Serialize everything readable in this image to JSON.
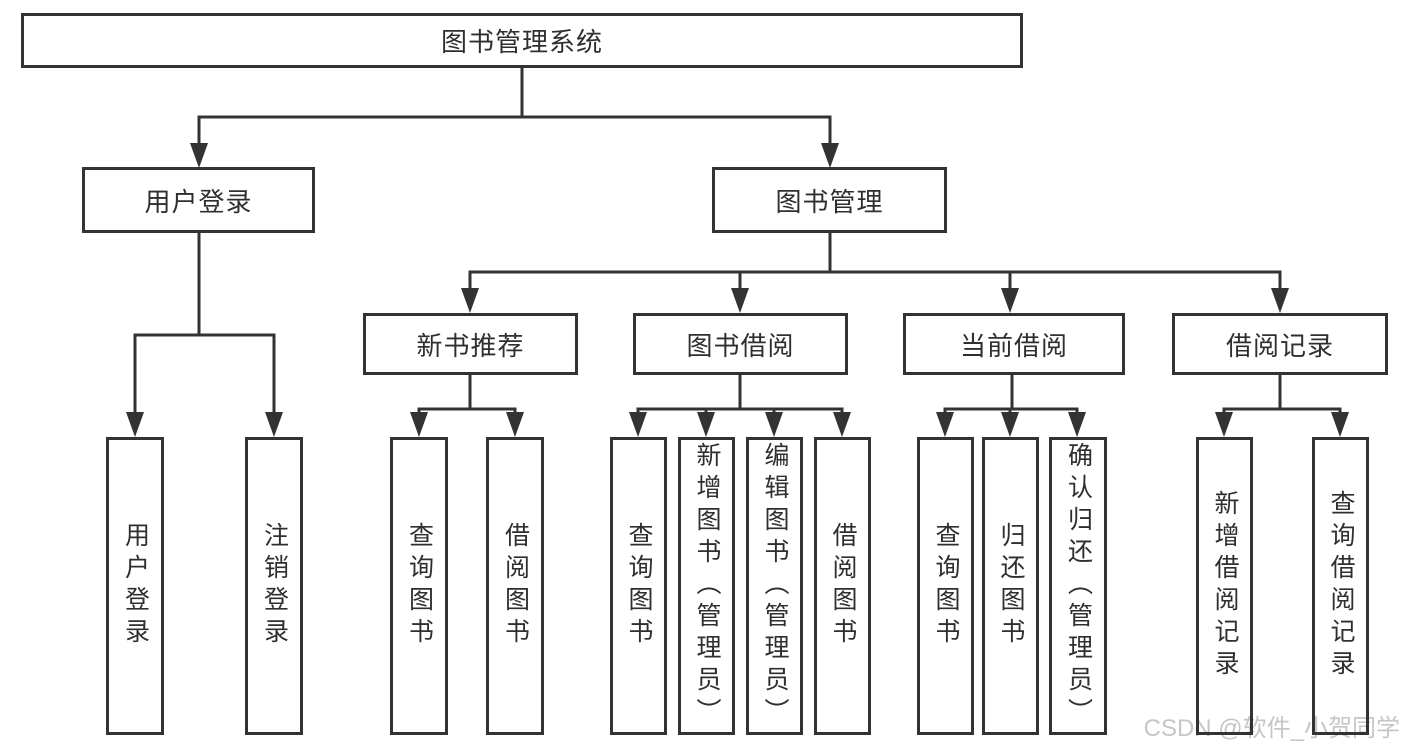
{
  "tree": {
    "root": {
      "label": "图书管理系统"
    },
    "branches": [
      {
        "label": "用户登录",
        "children": [
          {
            "label": "用户登录"
          },
          {
            "label": "注销登录"
          }
        ]
      },
      {
        "label": "图书管理",
        "children": [
          {
            "label": "新书推荐",
            "children": [
              {
                "label": "查询图书"
              },
              {
                "label": "借阅图书"
              }
            ]
          },
          {
            "label": "图书借阅",
            "children": [
              {
                "label": "查询图书"
              },
              {
                "label": "新增图书（管理员）"
              },
              {
                "label": "编辑图书（管理员）"
              },
              {
                "label": "借阅图书"
              }
            ]
          },
          {
            "label": "当前借阅",
            "children": [
              {
                "label": "查询图书"
              },
              {
                "label": "归还图书"
              },
              {
                "label": "确认归还（管理员）"
              }
            ]
          },
          {
            "label": "借阅记录",
            "children": [
              {
                "label": "新增借阅记录"
              },
              {
                "label": "查询借阅记录"
              }
            ]
          }
        ]
      }
    ]
  },
  "watermark": {
    "text": "CSDN @软件_小贺同学",
    "color": "#c6c6c6"
  },
  "colors": {
    "line": "#333333",
    "text": "#2f2f2f",
    "box_background": "#ffffff",
    "page_background": "#ffffff"
  }
}
